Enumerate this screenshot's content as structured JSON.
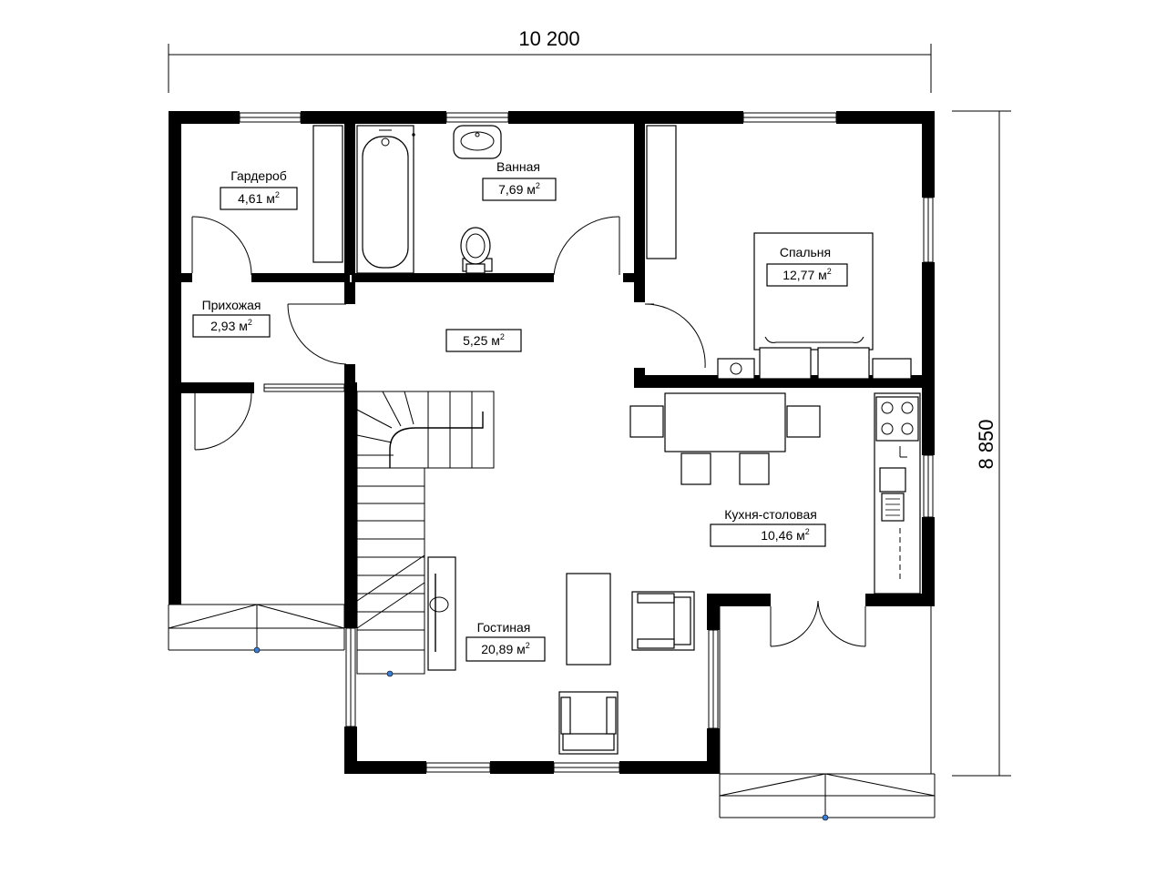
{
  "dimensions": {
    "width_label": "10 200",
    "height_label": "8 850"
  },
  "rooms": {
    "garderob": {
      "name": "Гардероб",
      "area": "4,61 м",
      "unit_exp": "2"
    },
    "vannaya": {
      "name": "Ванная",
      "area": "7,69 м",
      "unit_exp": "2"
    },
    "spalnya": {
      "name": "Спальня",
      "area": "12,77 м",
      "unit_exp": "2"
    },
    "prihozhaya": {
      "name": "Прихожая",
      "area": "2,93 м",
      "unit_exp": "2"
    },
    "hall": {
      "area": "5,25 м",
      "unit_exp": "2"
    },
    "kuhnya": {
      "name": "Кухня-столовая",
      "area": "10,46 м",
      "unit_exp": "2"
    },
    "gostinaya": {
      "name": "Гостиная",
      "area": "20,89 м",
      "unit_exp": "2"
    }
  },
  "colors": {
    "wall": "#000000",
    "marker": "#3a7fd5",
    "background": "#ffffff"
  }
}
